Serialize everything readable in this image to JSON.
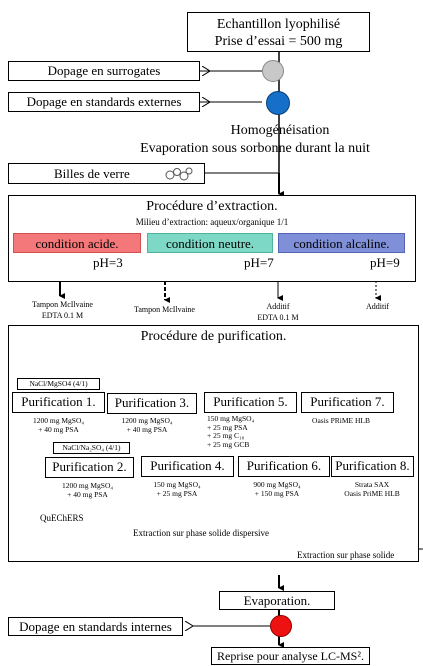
{
  "sample": {
    "line1": "Echantillon lyophilisé",
    "line2": "Prise d’essai = 500 mg"
  },
  "surrogates": "Dopage en surrogates",
  "external_standards": "Dopage en standards externes",
  "homog": {
    "line1": "Homogénéisation",
    "line2": "Evaporation sous sorbonne durant la nuit"
  },
  "glass_beads": "Billes de verre",
  "extraction": {
    "title": "Procédure d’extraction.",
    "medium": "Milieu d’extraction: aqueux/organique 1/1",
    "acid": {
      "label": "condition acide.",
      "ph": "pH=3",
      "color": "#f4777a"
    },
    "neutral": {
      "label": "condition neutre.",
      "ph": "pH=7",
      "color": "#7dd9c6"
    },
    "alkaline": {
      "label": "condition alcaline.",
      "ph": "pH=9",
      "color": "#7f8fd8"
    },
    "outputs": [
      {
        "line1": "Tampon McIlvaine",
        "line2": "EDTA 0.1 M"
      },
      {
        "line1": "Tampon McIlvaine",
        "line2": ""
      },
      {
        "line1": "Additif",
        "line2": "EDTA 0.1 M"
      },
      {
        "line1": "Additif",
        "line2": ""
      }
    ]
  },
  "purification": {
    "title": "Procédure de purification.",
    "p1": {
      "pre": "NaCl/MgSO4 (4/1)",
      "name": "Purification 1.",
      "d1": "1200 mg MgSO₄",
      "d2": "+ 40 mg PSA"
    },
    "p2": {
      "pre": "NaCl/Na₂SO₄ (4/1)",
      "name": "Purification 2.",
      "d1": "1200 mg MgSO₄",
      "d2": "+ 40 mg PSA"
    },
    "p3": {
      "name": "Purification 3.",
      "d1": "1200 mg MgSO₄",
      "d2": "+ 40 mg PSA"
    },
    "p4": {
      "name": "Purification 4.",
      "d1": "150 mg MgSO₄",
      "d2": "+ 25 mg PSA"
    },
    "p5": {
      "name": "Purification 5.",
      "d1": "150 mg MgSO₄",
      "d2": "+ 25 mg PSA",
      "d3": "+ 25 mg C₁₈",
      "d4": "+ 25 mg GCB"
    },
    "p6": {
      "name": "Purification 6.",
      "d1": "900 mg MgSO₄",
      "d2": "+ 150 mg PSA"
    },
    "p7": {
      "name": "Purification 7.",
      "d1": "Oasis PRiME HLB"
    },
    "p8": {
      "name": "Purification 8.",
      "d1": "Strata SAX",
      "d2": "Oasis PriME HLB"
    },
    "quechers": "QuEChERS",
    "dspe": "Extraction sur phase solide dispersive",
    "spe": "Extraction sur phase solide"
  },
  "evaporation": "Evaporation.",
  "internal_standards": "Dopage en standards internes",
  "final": "Reprise pour analyse LC-MS².",
  "colors": {
    "grey": "#c8c8c8",
    "blue": "#1670c9",
    "red": "#ee1111"
  }
}
